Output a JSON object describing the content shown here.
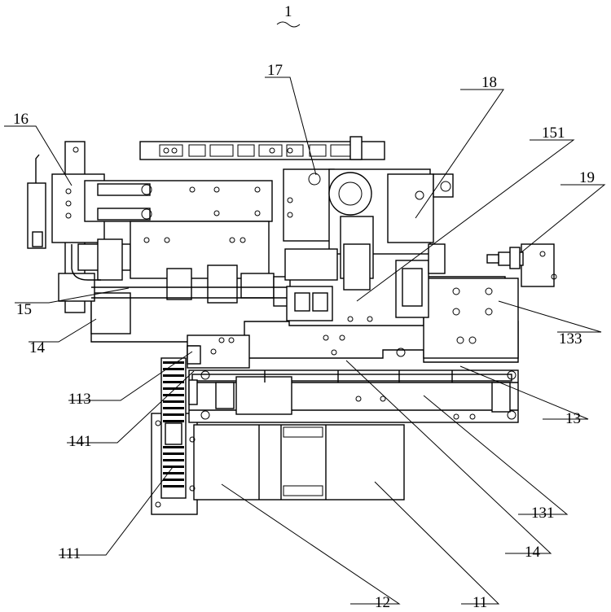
{
  "figure": {
    "assembly_label": "1",
    "labels": {
      "l16": "16",
      "l17": "17",
      "l18": "18",
      "l151": "151",
      "l19": "19",
      "l15": "15",
      "l14a": "14",
      "l133": "133",
      "l113": "113",
      "l13": "13",
      "l141": "141",
      "l131": "131",
      "l111": "111",
      "l14b": "14",
      "l12": "12",
      "l11": "11"
    }
  }
}
